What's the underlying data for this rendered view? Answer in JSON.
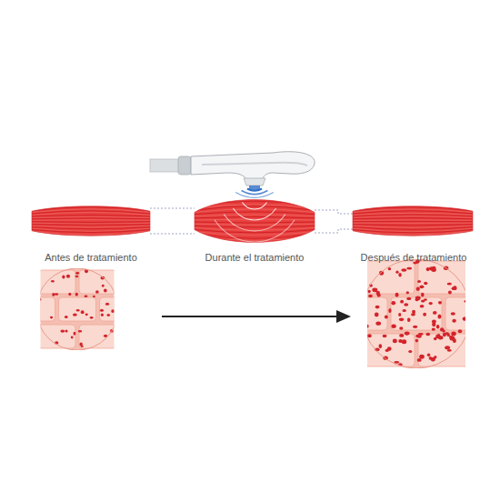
{
  "diagram": {
    "labels": [
      "Antes de tratamiento",
      "Durante el tratamiento",
      "Después de tratamiento"
    ]
  }
}
